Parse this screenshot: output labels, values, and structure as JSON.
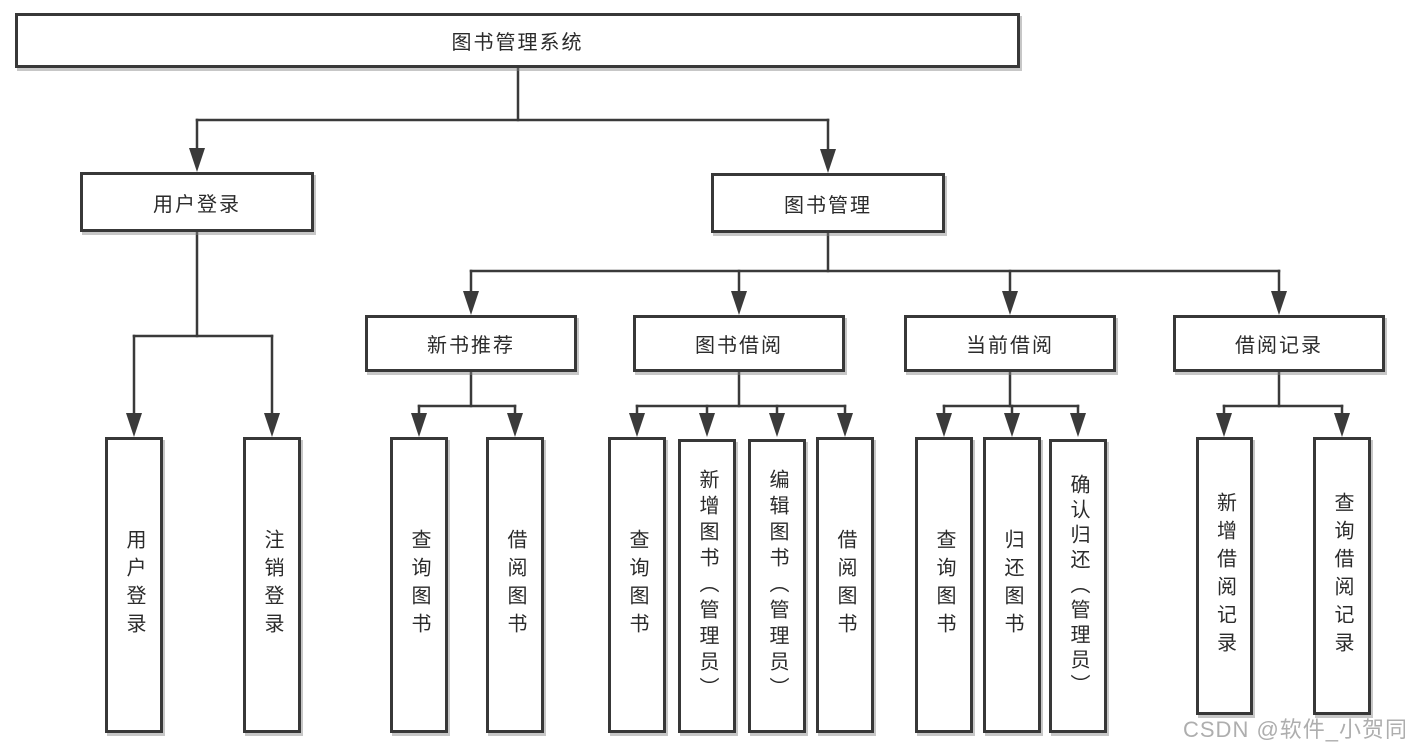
{
  "diagram": {
    "root": {
      "label": "图书管理系统",
      "children": [
        {
          "label": "用户登录",
          "children": [
            {
              "label": "用户登录"
            },
            {
              "label": "注销登录"
            }
          ]
        },
        {
          "label": "图书管理",
          "children": [
            {
              "label": "新书推荐",
              "children": [
                {
                  "label": "查询图书"
                },
                {
                  "label": "借阅图书"
                }
              ]
            },
            {
              "label": "图书借阅",
              "children": [
                {
                  "label": "查询图书"
                },
                {
                  "label": "新增图书（管理员）"
                },
                {
                  "label": "编辑图书（管理员）"
                },
                {
                  "label": "借阅图书"
                }
              ]
            },
            {
              "label": "当前借阅",
              "children": [
                {
                  "label": "查询图书"
                },
                {
                  "label": "归还图书"
                },
                {
                  "label": "确认归还（管理员）"
                }
              ]
            },
            {
              "label": "借阅记录",
              "children": [
                {
                  "label": "新增借阅记录"
                },
                {
                  "label": "查询借阅记录"
                }
              ]
            }
          ]
        }
      ]
    },
    "watermark": "CSDN @软件_小贺同学",
    "colors": {
      "line": "#3a3a3a",
      "box_border": "#383838",
      "box_fill": "#ffffff",
      "text": "#2b2b2b",
      "watermark": "#a5a5a5"
    }
  }
}
